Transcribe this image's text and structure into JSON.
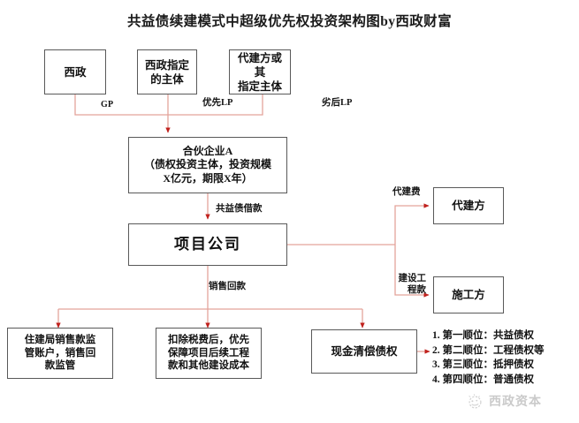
{
  "diagram": {
    "title": "共益债续建模式中超级优先权投资架构图by西政财富",
    "nodes": [
      {
        "id": "xizheng",
        "label": "西政",
        "font_size": 12.5
      },
      {
        "id": "xizheng-entity",
        "label": "西政指定\n的主体",
        "font_size": 12.5
      },
      {
        "id": "agent-builder",
        "label": "代建方或其\n指定主体",
        "font_size": 12.5
      },
      {
        "id": "partnership-a",
        "label": "合伙企业A\n（债权投资主体，投资规模\nX亿元，期限X年）",
        "font_size": 12
      },
      {
        "id": "project-co",
        "label": "项目公司",
        "font_size": 17
      },
      {
        "id": "agent-party",
        "label": "代建方",
        "font_size": 12.5
      },
      {
        "id": "contractor",
        "label": "施工方",
        "font_size": 12.5
      },
      {
        "id": "supervision",
        "label": "住建局销售款监\n管账户，销售回\n款监管",
        "font_size": 11.5
      },
      {
        "id": "tax-priority",
        "label": "扣除税费后，优先\n保障项目后续工程\n款和其他建设成本",
        "font_size": 11.5
      },
      {
        "id": "cash-repay",
        "label": "现金清偿债权",
        "font_size": 12.5
      }
    ],
    "edge_labels": {
      "gp": "GP",
      "preferred_lp": "优先LP",
      "inferior_lp": "劣后LP",
      "gongyi_loan": "共益债借款",
      "sales_proceeds": "销售回款",
      "agent_fee": "代建费",
      "construction_fee": "建设工\n程款"
    },
    "priority_list": [
      "1. 第一顺位：共益债权",
      "2. 第二顺位：工程债权等",
      "3. 第三顺位：抵押债权",
      "4. 第四顺位：普通债权"
    ],
    "watermark": {
      "text": "西政资本",
      "icon": "sun-circle-icon"
    },
    "colors": {
      "wire": "#e3a39b",
      "arrowhead": "#c0201c",
      "node_border": "#595959",
      "text": "#111111",
      "background": "#ffffff"
    }
  }
}
